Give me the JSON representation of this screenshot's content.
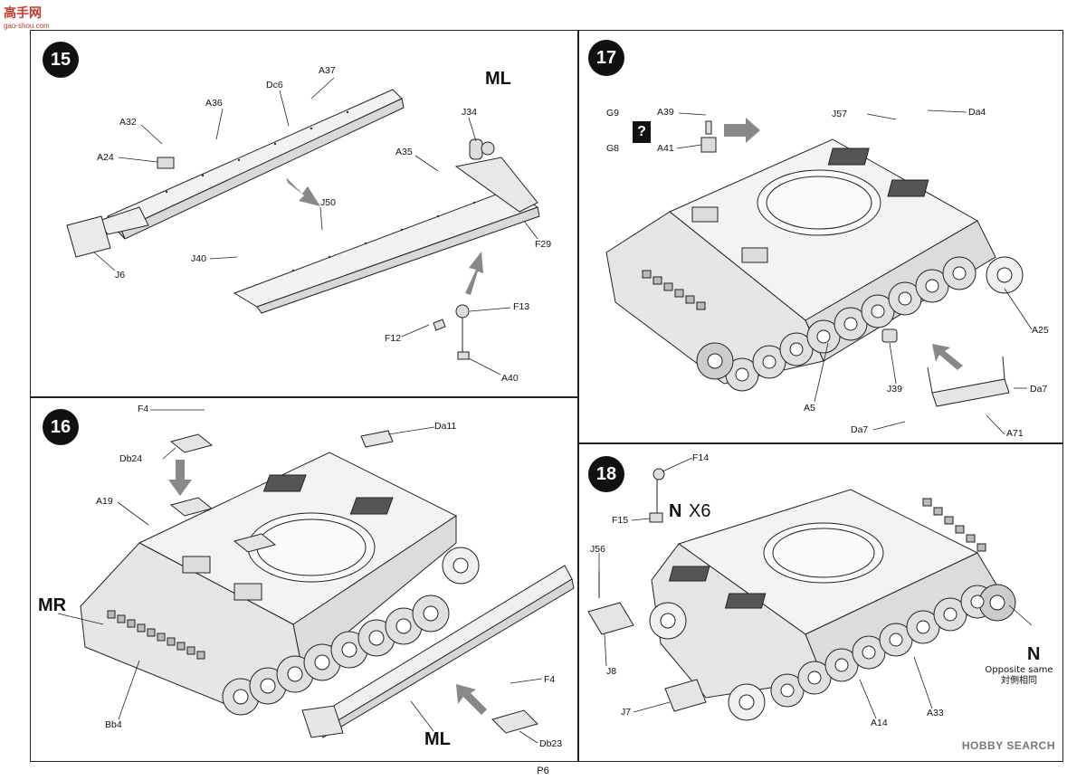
{
  "watermark": {
    "logo_text": "高手网",
    "url": "gao-shou.com",
    "site_mark": "HOBBY SEARCH"
  },
  "page_number": "P6",
  "steps": {
    "s15": {
      "number": "15",
      "tag": "ML",
      "labels": {
        "A37": "A37",
        "A36": "A36",
        "Dc6": "Dc6",
        "A32": "A32",
        "A24": "A24",
        "J34": "J34",
        "A35": "A35",
        "J50": "J50",
        "J40": "J40",
        "J6": "J6",
        "F29": "F29",
        "F13": "F13",
        "F12": "F12",
        "A40": "A40"
      }
    },
    "s16": {
      "number": "16",
      "tag_mr": "MR",
      "tag_ml": "ML",
      "labels": {
        "F4a": "F4",
        "Db24": "Db24",
        "Da11": "Da11",
        "A19": "A19",
        "Bb4": "Bb4",
        "F4b": "F4",
        "Db23": "Db23"
      }
    },
    "s17": {
      "number": "17",
      "question_mark": "?",
      "labels": {
        "G9": "G9",
        "G8": "G8",
        "A39": "A39",
        "A41": "A41",
        "J57": "J57",
        "Da4": "Da4",
        "A25": "A25",
        "Da7a": "Da7",
        "Da7b": "Da7",
        "A71": "A71",
        "J39": "J39",
        "A5": "A5"
      }
    },
    "s18": {
      "number": "18",
      "tag_n": "N",
      "multiplier": "X6",
      "tag_n2": "N",
      "opposite_en": "Opposite same",
      "opposite_zh": "対側相同",
      "labels": {
        "F14": "F14",
        "F15": "F15",
        "J56": "J56",
        "J8": "J8",
        "J7": "J7",
        "A14": "A14",
        "A33": "A33"
      }
    }
  }
}
